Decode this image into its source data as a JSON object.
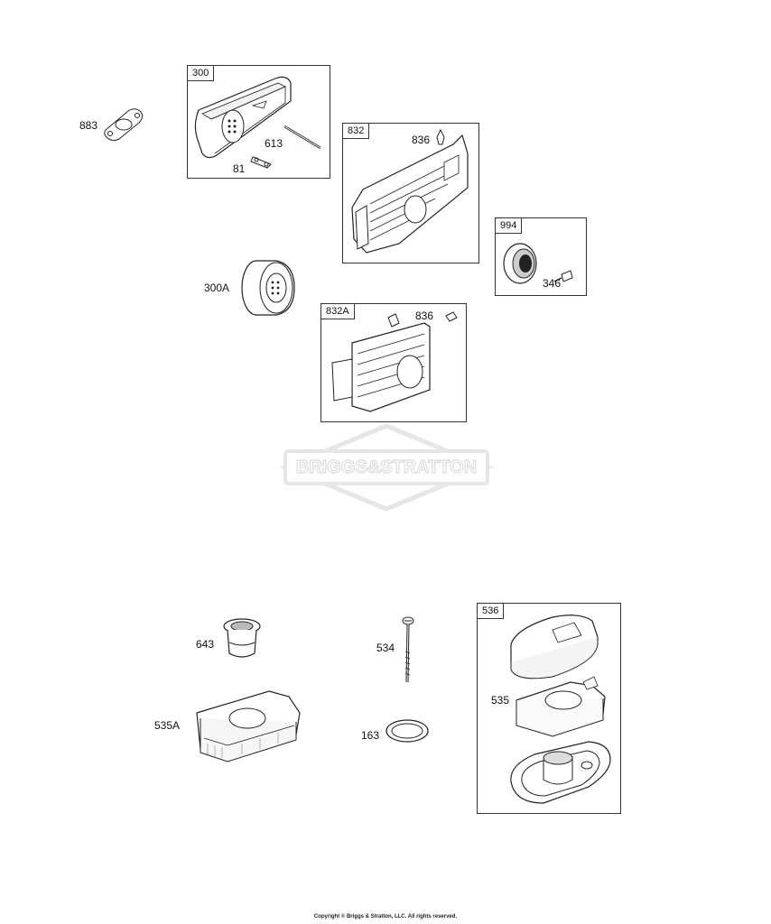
{
  "boxes": {
    "b300": "300",
    "b832": "832",
    "b994": "994",
    "b832a": "832A",
    "b536": "536"
  },
  "parts": {
    "p883": "883",
    "p613": "613",
    "p81": "81",
    "p836a": "836",
    "p346": "346",
    "p300a": "300A",
    "p836b": "836",
    "p643": "643",
    "p534": "534",
    "p535a": "535A",
    "p163": "163",
    "p535": "535"
  },
  "watermark": "BRIGGS&STRATTON",
  "copyright": "Copyright © Briggs & Stratton, LLC. All rights reserved."
}
